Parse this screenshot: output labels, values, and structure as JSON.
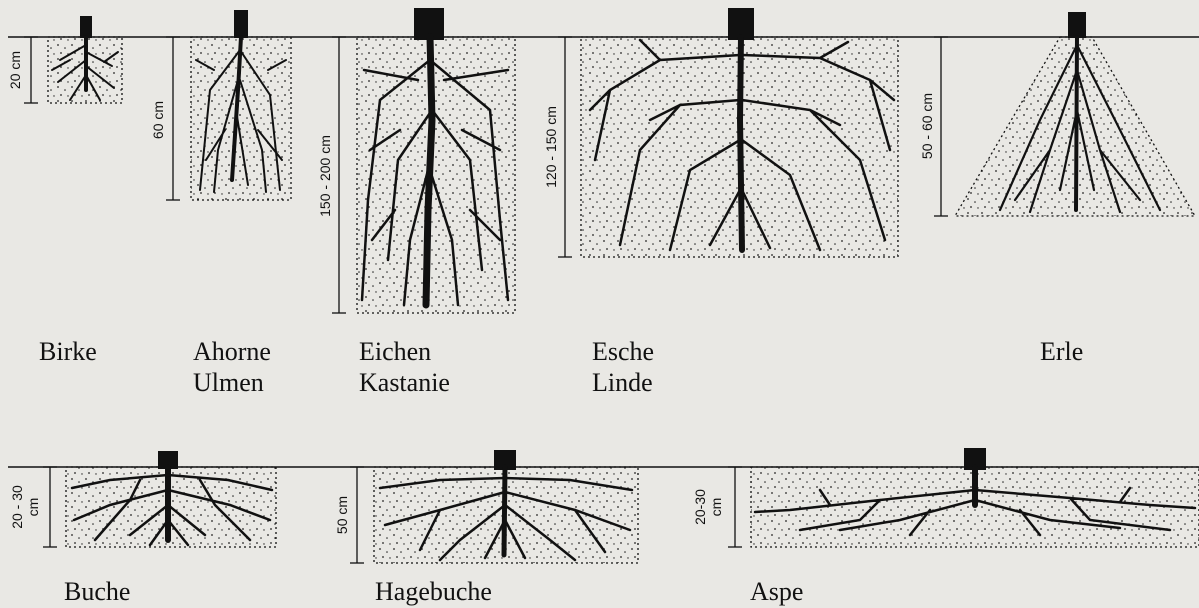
{
  "figure": {
    "ground_color": "#111111",
    "background": "#e9e8e4",
    "trees": [
      {
        "id": "birke",
        "names": [
          "Birke"
        ],
        "depth_label": [
          "20 cm"
        ],
        "shape": "small-box"
      },
      {
        "id": "ahorne",
        "names": [
          "Ahorne",
          "Ulmen"
        ],
        "depth_label": [
          "60 cm"
        ],
        "shape": "tall-box"
      },
      {
        "id": "eichen",
        "names": [
          "Eichen",
          "Kastanie"
        ],
        "depth_label": [
          "150 - 200 cm"
        ],
        "shape": "tap-root-box"
      },
      {
        "id": "esche",
        "names": [
          "Esche",
          "Linde"
        ],
        "depth_label": [
          "120 - 150 cm"
        ],
        "shape": "heart-root-box"
      },
      {
        "id": "erle",
        "names": [
          "Erle"
        ],
        "depth_label": [
          "50 - 60 cm"
        ],
        "shape": "triangle"
      },
      {
        "id": "buche",
        "names": [
          "Buche"
        ],
        "depth_label": [
          "20 - 30",
          "cm"
        ],
        "shape": "shallow-box"
      },
      {
        "id": "hagebuche",
        "names": [
          "Hagebuche"
        ],
        "depth_label": [
          "50 cm"
        ],
        "shape": "shallow-wide-box"
      },
      {
        "id": "aspe",
        "names": [
          "Aspe"
        ],
        "depth_label": [
          "20-30",
          "cm"
        ],
        "shape": "flat-long-box"
      }
    ]
  }
}
